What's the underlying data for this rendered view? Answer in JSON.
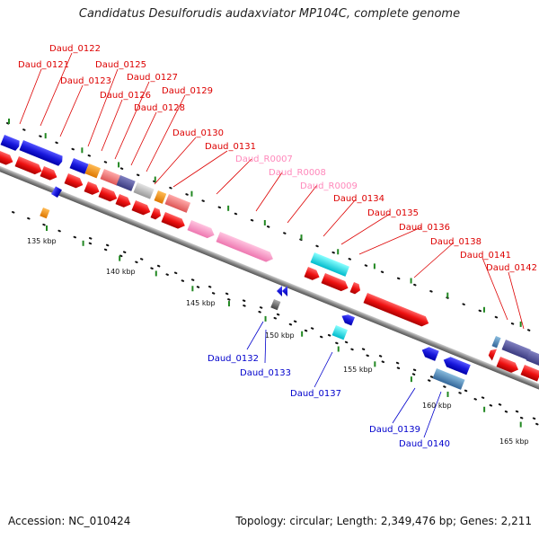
{
  "title": "Candidatus Desulforudis audaxviator MP104C, complete genome",
  "footer": {
    "accession": "Accession: NC_010424",
    "summary": "Topology: circular; Length: 2,349,476 bp; Genes: 2,211"
  },
  "colors": {
    "cds_red": "#ee1111",
    "cds_blue": "#1a1add",
    "orange": "#ff9900",
    "salmon": "#ee7777",
    "slate": "#5a5aa0",
    "silver": "#bbbbbb",
    "rna_pink": "#ff99cc",
    "cyan": "#00e8f0",
    "steelblue": "#4a8ab8",
    "label_red": "#dd0000",
    "label_pink": "#ff88bb",
    "label_blue": "#0000cc",
    "tick_green": "#228822",
    "tick_black": "#111111",
    "axis_gray": "#888888"
  },
  "axis": {
    "ticks": [
      {
        "label": "135 kbp"
      },
      {
        "label": "140 kbp"
      },
      {
        "label": "145 kbp"
      },
      {
        "label": "150 kbp"
      },
      {
        "label": "155 kbp"
      },
      {
        "label": "160 kbp"
      },
      {
        "label": "165 kbp"
      }
    ]
  },
  "gene_labels": {
    "upper": [
      "Daud_0122",
      "Daud_0121",
      "Daud_0125",
      "Daud_0123",
      "Daud_0127",
      "Daud_0126",
      "Daud_0129",
      "Daud_0128",
      "Daud_0130",
      "Daud_0131",
      "Daud_R0007",
      "Daud_R0008",
      "Daud_R0009",
      "Daud_0134",
      "Daud_0135",
      "Daud_0136",
      "Daud_0138",
      "Daud_0141",
      "Daud_0142"
    ],
    "lower": [
      "Daud_0132",
      "Daud_0133",
      "Daud_0137",
      "Daud_0139",
      "Daud_0140"
    ]
  }
}
